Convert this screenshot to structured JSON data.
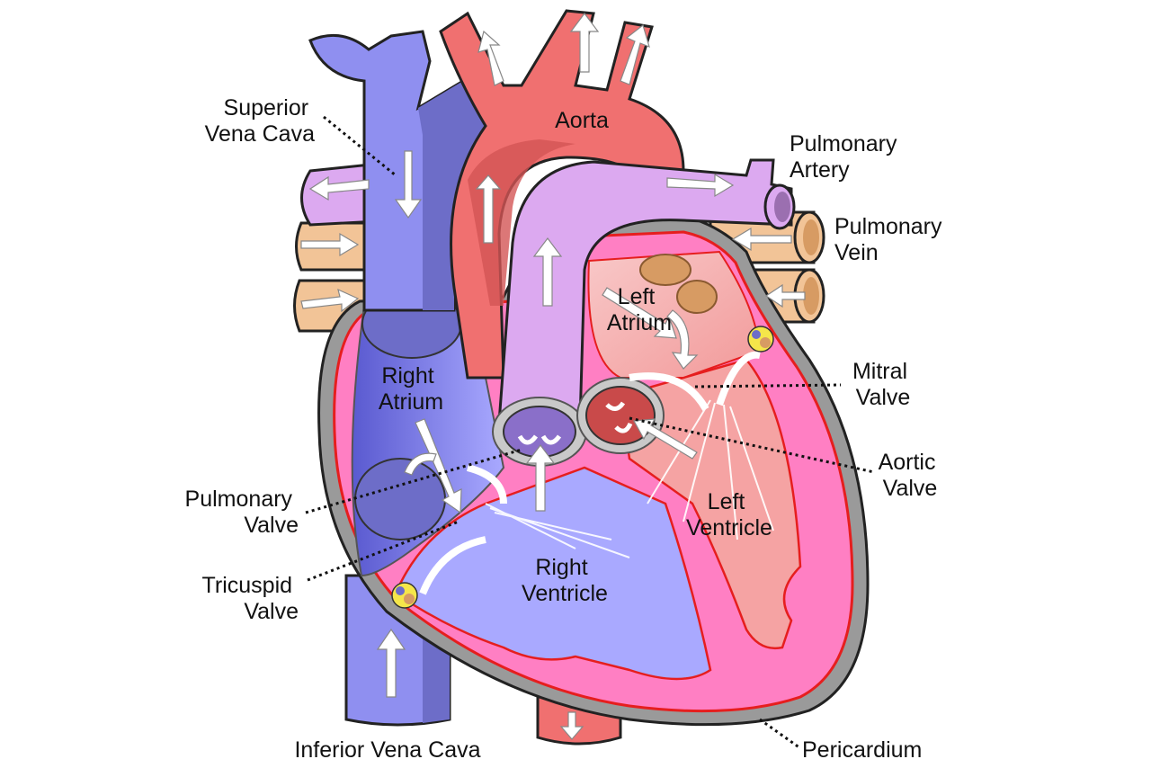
{
  "labels": {
    "superior_vena_cava": [
      "Superior",
      "Vena Cava"
    ],
    "aorta": "Aorta",
    "pulmonary_artery": [
      "Pulmonary",
      "Artery"
    ],
    "pulmonary_vein": [
      "Pulmonary",
      "Vein"
    ],
    "left_atrium": [
      "Left",
      "Atrium"
    ],
    "right_atrium": [
      "Right",
      "Atrium"
    ],
    "mitral_valve": [
      "Mitral",
      "Valve"
    ],
    "aortic_valve": [
      "Aortic",
      "Valve"
    ],
    "pulmonary_valve": [
      "Pulmonary",
      "Valve"
    ],
    "left_ventricle": [
      "Left",
      "Ventricle"
    ],
    "right_ventricle": [
      "Right",
      "Ventricle"
    ],
    "tricuspid_valve": [
      "Tricuspid",
      "Valve"
    ],
    "inferior_vena_cava": "Inferior Vena Cava",
    "pericardium": "Pericardium"
  },
  "colors": {
    "deoxygenated": "#8f8ff0",
    "oxygenated": "#f07070",
    "pulmonary_artery": "#dca9f0",
    "pulmonary_vein": "#f2c497",
    "left_chambers": "#f5a3a3",
    "myocardium": "#ff7fc3",
    "pericardium": "#8a8a8a"
  }
}
